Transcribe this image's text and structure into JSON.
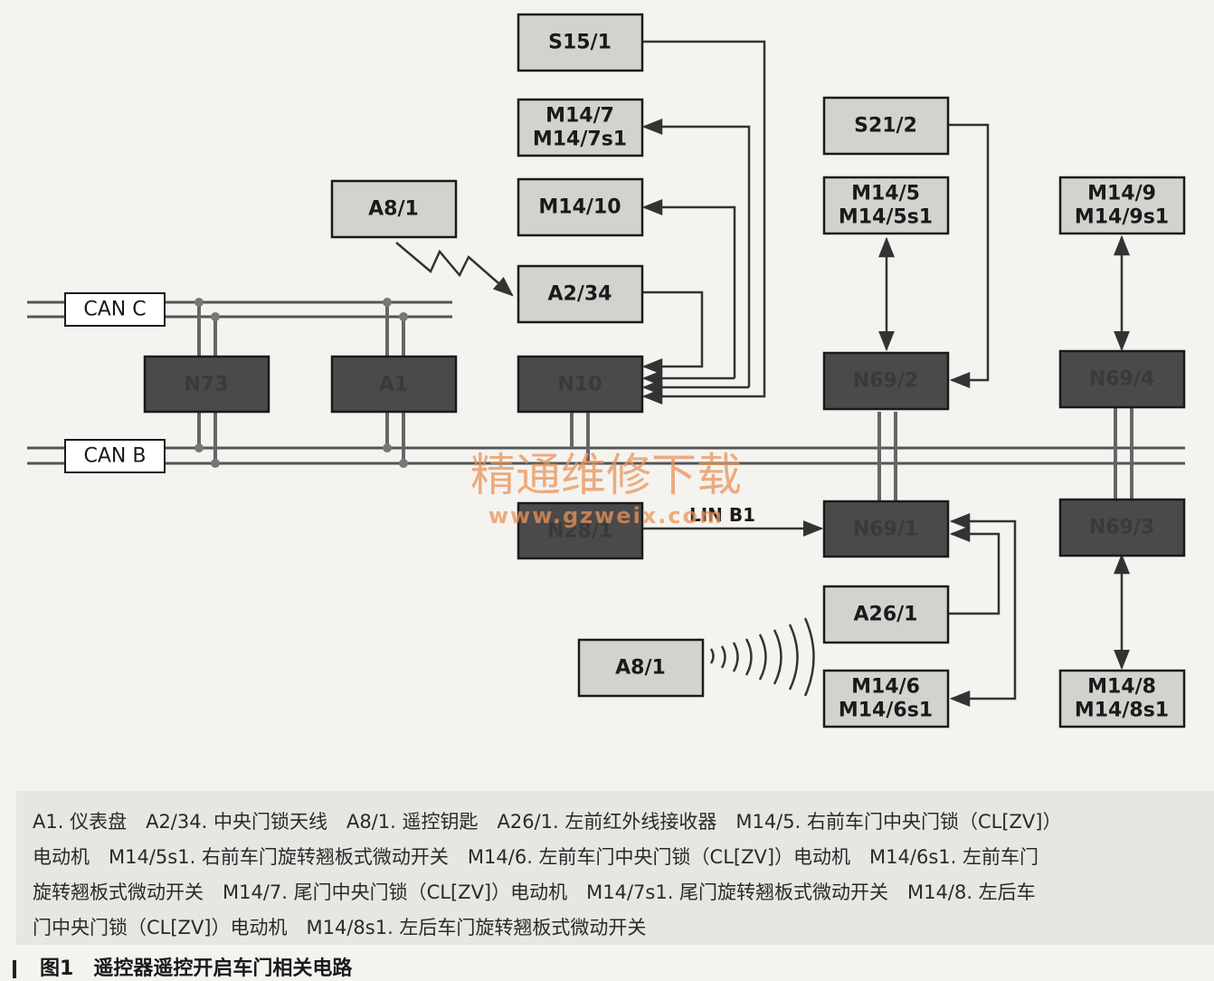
{
  "boxes": {
    "s15_1": "S15/1",
    "m14_7": "M14/7",
    "m14_7s1": "M14/7s1",
    "m14_10": "M14/10",
    "a8_1_top": "A8/1",
    "a2_34": "A2/34",
    "n10": "N10",
    "n73": "N73",
    "a1": "A1",
    "s21_2": "S21/2",
    "m14_5": "M14/5",
    "m14_5s1": "M14/5s1",
    "n69_2": "N69/2",
    "m14_9": "M14/9",
    "m14_9s1": "M14/9s1",
    "n69_4": "N69/4",
    "n69_1": "N69/1",
    "n69_3": "N69/3",
    "n28_1": "N28/1",
    "a26_1": "A26/1",
    "a8_1_bottom": "A8/1",
    "m14_6": "M14/6",
    "m14_6s1": "M14/6s1",
    "m14_8": "M14/8",
    "m14_8s1": "M14/8s1"
  },
  "buses": {
    "can_c": "CAN C",
    "can_b": "CAN B",
    "lin": "LIN B1"
  },
  "watermark": {
    "title": "精通维修下载",
    "url": "www.gzweix.com"
  },
  "legend": {
    "lines": [
      "A1. 仪表盘　A2/34. 中央门锁天线　A8/1. 遥控钥匙　A26/1. 左前红外线接收器　M14/5. 右前车门中央门锁（CL[ZV]）",
      "电动机　M14/5s1. 右前车门旋转翘板式微动开关　M14/6. 左前车门中央门锁（CL[ZV]）电动机　M14/6s1. 左前车门",
      "旋转翘板式微动开关　M14/7. 尾门中央门锁（CL[ZV]）电动机　M14/7s1. 尾门旋转翘板式微动开关　M14/8. 左后车",
      "门中央门锁（CL[ZV]）电动机　M14/8s1. 左后车门旋转翘板式微动开关"
    ]
  },
  "caption": {
    "number": "图1",
    "title": "遥控器遥控开启车门相关电路"
  }
}
